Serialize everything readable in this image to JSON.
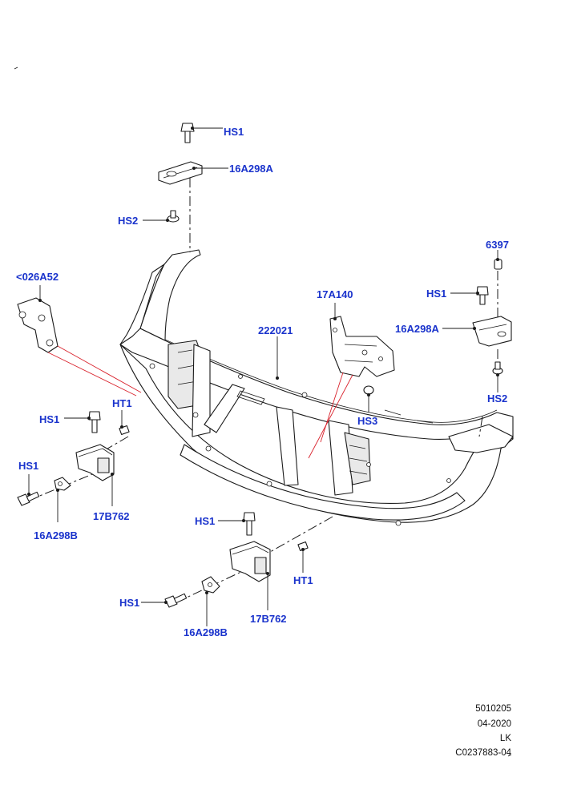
{
  "callouts": {
    "hs1_top": "HS1",
    "p16a298a_top": "16A298A",
    "hs2_top": "HS2",
    "p026a52": "<026A52",
    "p222021": "222021",
    "p17a140": "17A140",
    "p6397": "6397",
    "hs1_right": "HS1",
    "p16a298a_right": "16A298A",
    "hs2_right": "HS2",
    "hs3": "HS3",
    "ht1_left": "HT1",
    "hs1_left_upper": "HS1",
    "hs1_left_lower": "HS1",
    "p17b762_left": "17B762",
    "p16a298b_left": "16A298B",
    "hs1_bottom_upper": "HS1",
    "ht1_bottom": "HT1",
    "hs1_bottom_lower": "HS1",
    "p17b762_bottom": "17B762",
    "p16a298b_bottom": "16A298B"
  },
  "footer": {
    "code": "5010205",
    "date": "04-2020",
    "lk": "LK",
    "ref": "C0237883-04"
  },
  "colors": {
    "callout": "#1a33cc",
    "highlight_line": "#d9232d",
    "line_art": "#1a1a1a"
  }
}
